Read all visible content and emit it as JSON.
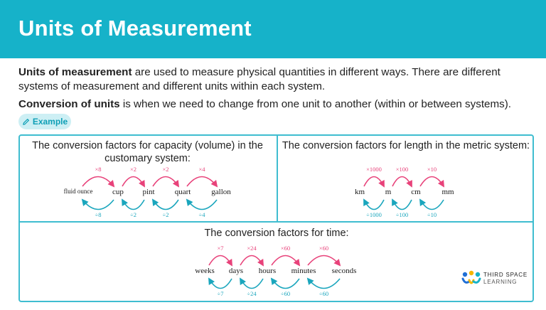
{
  "header": {
    "title": "Units of Measurement"
  },
  "intro": {
    "p1_bold": "Units of measurement",
    "p1_rest": " are used to measure physical quantities in different ways. There are different systems of measurement and different units within each system.",
    "p2_bold": "Conversion of units",
    "p2_rest": " is when we need to change from one unit to another (within or between systems)."
  },
  "badge": {
    "label": "Example",
    "icon": "pencil-icon"
  },
  "capacity": {
    "title": "The conversion factors for capacity (volume) in the customary system:",
    "units": [
      "fluid ounce",
      "cup",
      "pint",
      "quart",
      "gallon"
    ],
    "multiply": [
      "×8",
      "×2",
      "×2",
      "×4"
    ],
    "divide": [
      "÷8",
      "÷2",
      "÷2",
      "÷4"
    ]
  },
  "length": {
    "title": "The conversion factors for length in the metric system:",
    "units": [
      "km",
      "m",
      "cm",
      "mm"
    ],
    "multiply": [
      "×1000",
      "×100",
      "×10"
    ],
    "divide": [
      "÷1000",
      "÷100",
      "÷10"
    ]
  },
  "time": {
    "title": "The conversion factors for time:",
    "units": [
      "weeks",
      "days",
      "hours",
      "minutes",
      "seconds"
    ],
    "multiply": [
      "×7",
      "×24",
      "×60",
      "×60"
    ],
    "divide": [
      "÷7",
      "÷24",
      "÷60",
      "÷60"
    ]
  },
  "logo": {
    "line1": "THIRD SPACE",
    "line2": "LEARNING"
  },
  "colors": {
    "header": "#16b2c9",
    "multiply": "#e8427a",
    "divide": "#1aa6bd",
    "border": "#3fbdd0"
  }
}
